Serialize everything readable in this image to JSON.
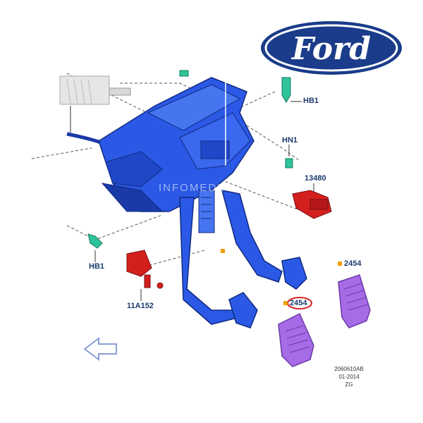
{
  "brand": {
    "logo_text": "Ford",
    "logo_color": "#1a3c8a",
    "logo_ring_color": "#ffffff"
  },
  "watermark": "INFOMEDIA",
  "callouts": {
    "hb1_top": "HB1",
    "hn1": "HN1",
    "part_13480": "13480",
    "hb1_left": "HB1",
    "part_11a152": "11A152",
    "pad_right": "2454",
    "pad_left": "2454"
  },
  "footer": {
    "drawing_number": "2060610AB",
    "date": "01-2014",
    "code": "ZG"
  },
  "colors": {
    "pedal_box": "#2b59e6",
    "pedal_box_shadow": "#1a3aa8",
    "switch_red": "#d41f1f",
    "pad_purple": "#a66be6",
    "fastener_green": "#2fc39a",
    "highlight_ring": "#d42020",
    "index_marker": "#f0a000",
    "arrow_outline": "#8a9fd4"
  }
}
